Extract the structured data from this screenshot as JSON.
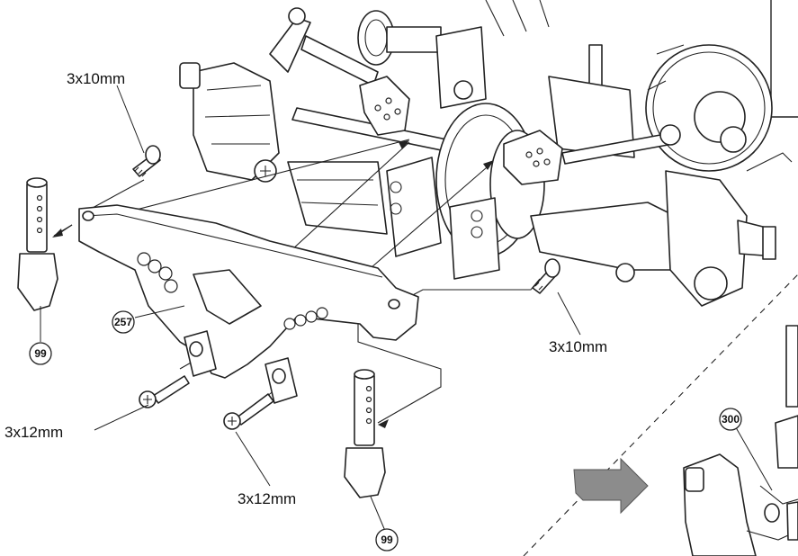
{
  "labels": {
    "screw_top_left": "3x10mm",
    "screw_right": "3x10mm",
    "screw_bottom_left": "3x12mm",
    "screw_bottom_center": "3x12mm"
  },
  "part_numbers": {
    "stay": "257",
    "mount_left": "99",
    "mount_center": "99",
    "inset_part": "300"
  },
  "colors": {
    "line": "#222222",
    "arrow_fill": "#8c8c8c",
    "background": "#ffffff"
  }
}
